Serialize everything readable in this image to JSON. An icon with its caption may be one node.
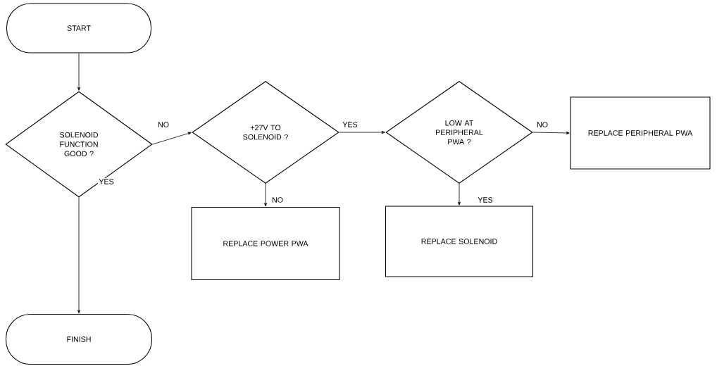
{
  "diagram": {
    "nodes": [
      {
        "text": [
          "START"
        ]
      },
      {
        "text": [
          "SOLENOID FUNCTION GOOD ?"
        ]
      },
      {
        "text": [
          "+27V TO SOLENOID ?"
        ]
      },
      {
        "text": [
          "LOW AT PERIPHERAL PWA ?"
        ]
      },
      {
        "text": [
          "REPLACE PERIPHERAL PWA"
        ]
      },
      {
        "text": [
          "REPLACE POWER PWA"
        ]
      },
      {
        "text": [
          "REPLACE SOLENOID"
        ]
      },
      {
        "text": [
          "FINISH"
        ]
      }
    ],
    "edges": [
      {
        "from": 0,
        "to": 1,
        "arrow": "to"
      },
      {
        "from": 1,
        "to": 2,
        "arrow": "to",
        "label": "NO"
      },
      {
        "from": 2,
        "to": 3,
        "arrow": "to",
        "label": "YES"
      },
      {
        "from": 3,
        "to": 4,
        "arrow": "to",
        "label": "NO"
      },
      {
        "from": 2,
        "to": 5,
        "arrow": "to",
        "label": "NO"
      },
      {
        "from": 3,
        "to": 6,
        "arrow": "to",
        "label": "YES"
      },
      {
        "from": 1,
        "to": 7,
        "arrow": "to",
        "label": "YES"
      }
    ]
  }
}
